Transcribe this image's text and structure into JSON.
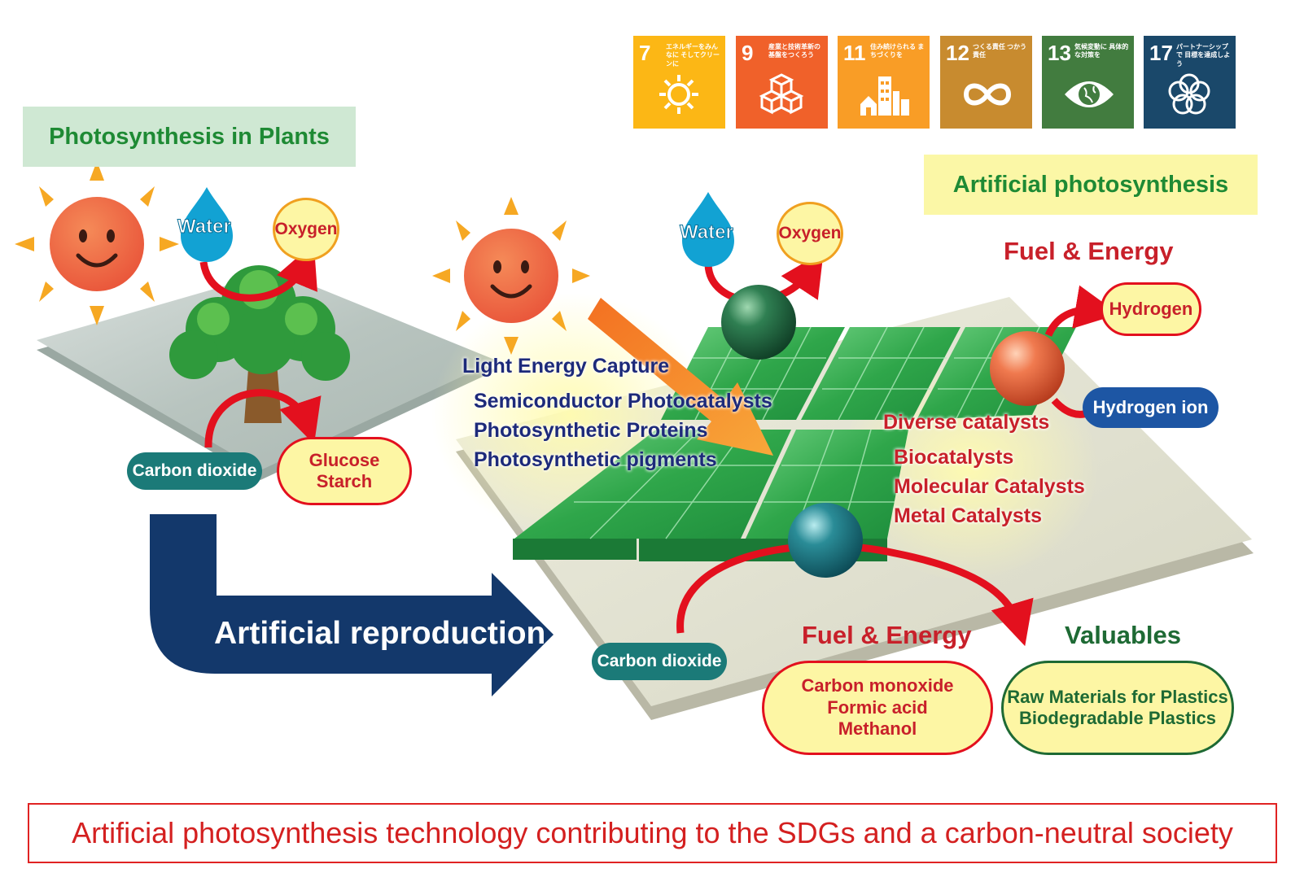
{
  "sdg_badges": [
    {
      "number": "7",
      "caption": "エネルギーをみんなに そしてクリーンに",
      "color": "#fcb715",
      "icon": "sun-power-icon"
    },
    {
      "number": "9",
      "caption": "産業と技術革新の 基盤をつくろう",
      "color": "#f0612a",
      "icon": "cubes-icon"
    },
    {
      "number": "11",
      "caption": "住み続けられる まちづくりを",
      "color": "#f99d26",
      "icon": "city-icon"
    },
    {
      "number": "12",
      "caption": "つくる責任 つかう責任",
      "color": "#c88b2f",
      "icon": "infinity-icon"
    },
    {
      "number": "13",
      "caption": "気候変動に 具体的な対策を",
      "color": "#427c3f",
      "icon": "earth-eye-icon"
    },
    {
      "number": "17",
      "caption": "パートナーシップで 目標を達成しよう",
      "color": "#1a486a",
      "icon": "flower-rings-icon"
    }
  ],
  "plants": {
    "title": "Photosynthesis in Plants",
    "water": "Water",
    "oxygen": "Oxygen",
    "carbon_dioxide": "Carbon dioxide",
    "product_line1": "Glucose",
    "product_line2": "Starch"
  },
  "artificial": {
    "title": "Artificial photosynthesis",
    "water": "Water",
    "oxygen": "Oxygen",
    "fuel_energy_top": "Fuel & Energy",
    "hydrogen": "Hydrogen",
    "hydrogen_ion": "Hydrogen ion",
    "light_capture_heading": "Light Energy Capture",
    "light_capture_items": [
      "Semiconductor Photocatalysts",
      "Photosynthetic Proteins",
      "Photosynthetic pigments"
    ],
    "catalysts_heading": "Diverse catalysts",
    "catalyst_items": [
      "Biocatalysts",
      "Molecular Catalysts",
      "Metal Catalysts"
    ],
    "carbon_dioxide": "Carbon dioxide",
    "fuel_energy_bottom": "Fuel & Energy",
    "fuel_products": [
      "Carbon monoxide",
      "Formic acid",
      "Methanol"
    ],
    "valuables_heading": "Valuables",
    "valuables_items": [
      "Raw Materials for Plastics",
      "Biodegradable Plastics"
    ]
  },
  "reproduction_label": "Artificial reproduction",
  "footer": "Artificial photosynthesis technology contributing to the SDGs and a carbon-neutral society",
  "colors": {
    "green_text": "#1e8a34",
    "red_text": "#c8202a",
    "navy": "#13386b",
    "teal_pill": "#1b7a78",
    "blue_pill": "#1d56a4",
    "yellow_fill": "#fdf6a4",
    "panel_green_bg": "#cfe8d3",
    "panel_yellow_bg": "#fbf7a6",
    "arrow_red": "#e3101e"
  }
}
